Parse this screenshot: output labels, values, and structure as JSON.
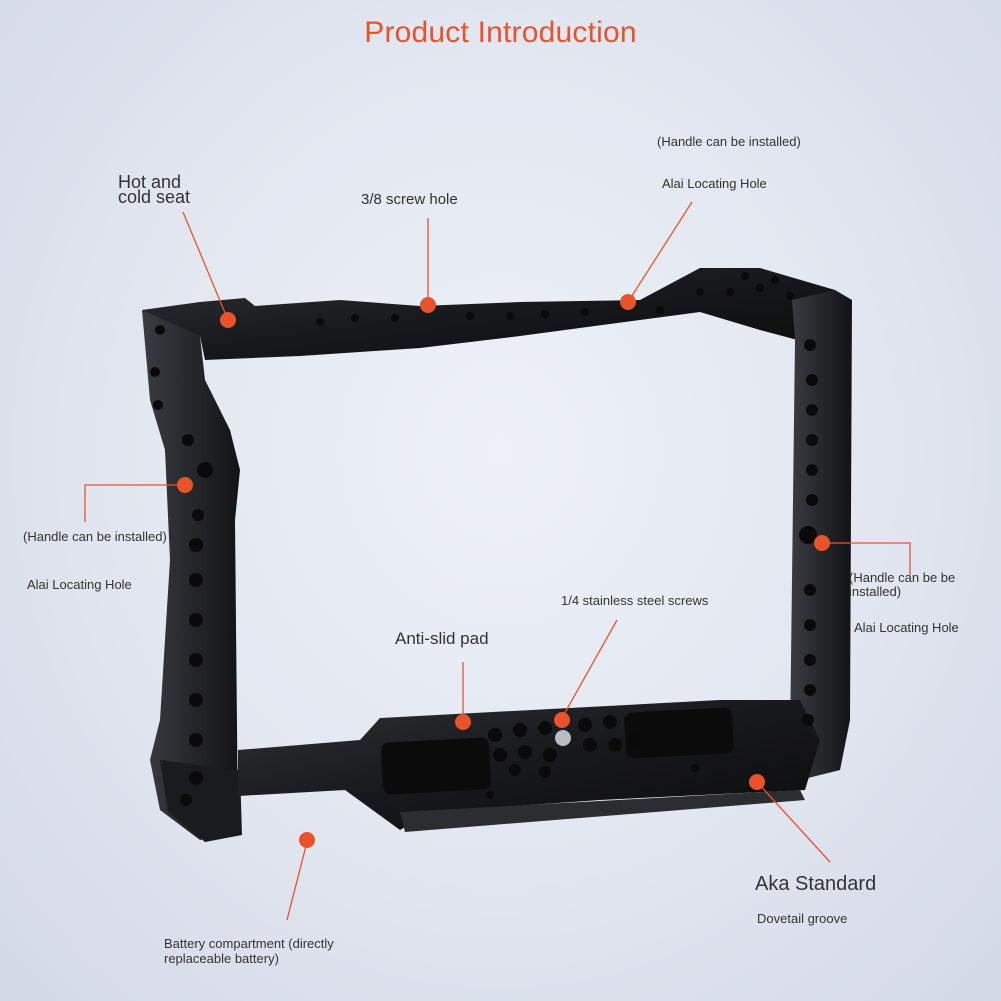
{
  "title": "Product Introduction",
  "colors": {
    "accent": "#e8532b",
    "cage": "#1c1d20",
    "background": "#e4e8f1"
  },
  "labels": {
    "hot_cold_seat": "Hot and cold seat",
    "screw_hole_38": "3/8 screw hole",
    "top_handle_note": "(Handle can be installed)",
    "top_locating_hole": "Alai Locating Hole",
    "left_handle_note": "(Handle can be installed)",
    "left_locating_hole": "Alai Locating Hole",
    "right_handle_note": "(Handle can be be installed)",
    "right_locating_hole": "Alai Locating Hole",
    "stainless_screws": "1/4 stainless steel screws",
    "anti_slid_pad": "Anti-slid pad",
    "standard": "Aka Standard",
    "dovetail": "Dovetail groove",
    "battery": "Battery compartment (directly replaceable battery)"
  }
}
